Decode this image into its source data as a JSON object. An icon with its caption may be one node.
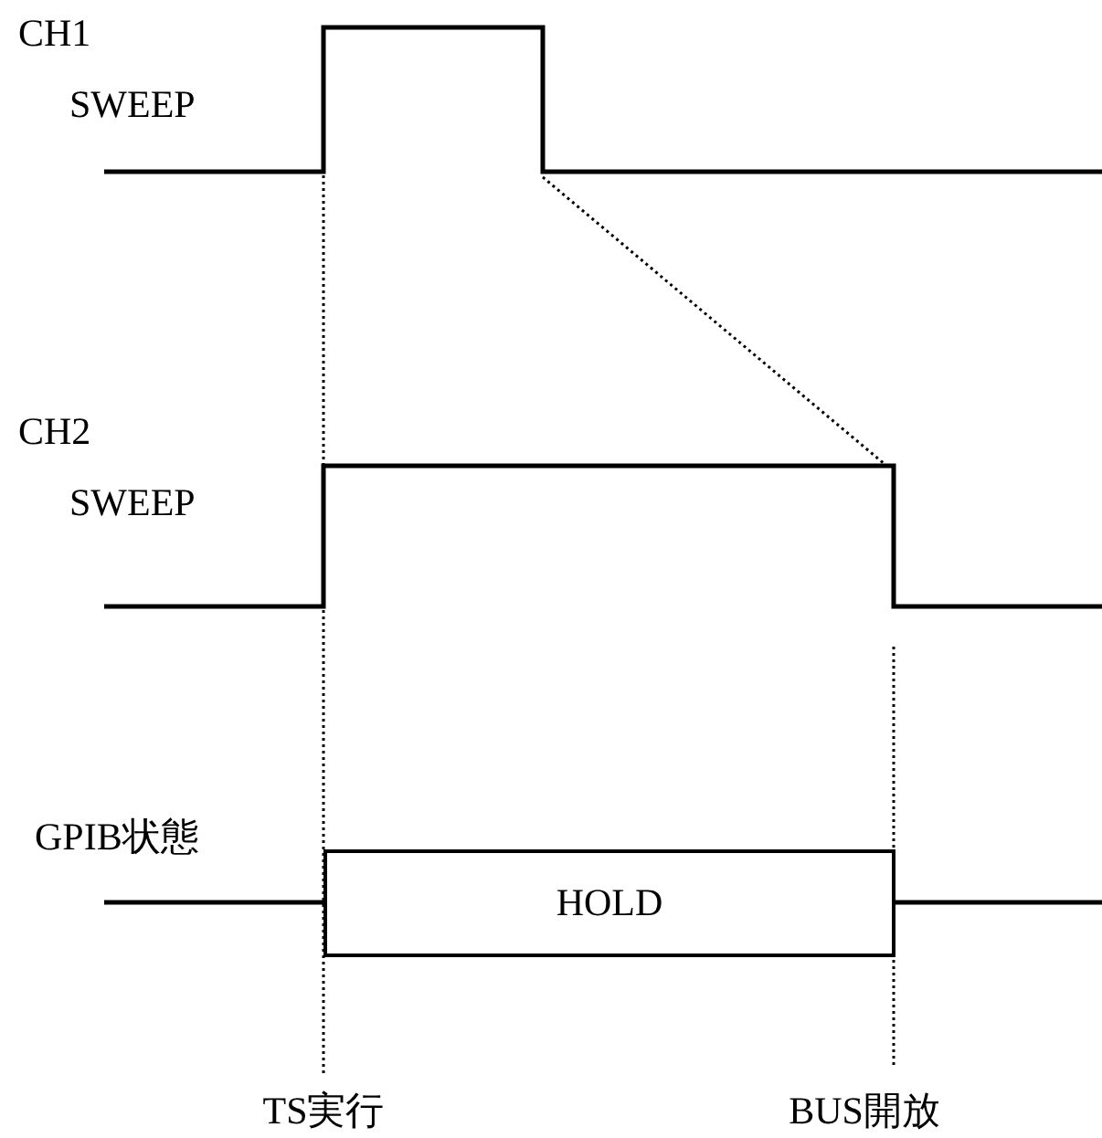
{
  "diagram": {
    "nodes": [
      {
        "text": [
          "HOLD"
        ]
      }
    ],
    "labels": [
      "CH1",
      "SWEEP",
      "CH2",
      "SWEEP",
      "GPIB状態",
      "TS実行",
      "BUS開放"
    ]
  }
}
